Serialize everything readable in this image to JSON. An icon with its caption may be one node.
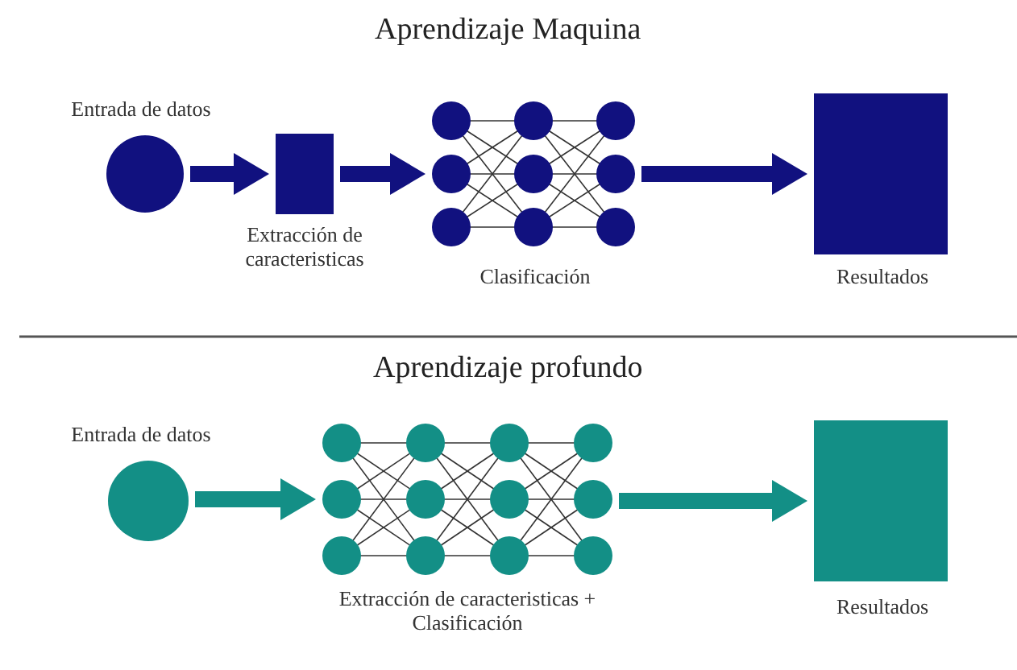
{
  "diagram": {
    "nodes": [
      {
        "text": [
          "Entrada de datos"
        ]
      },
      {
        "text": [
          "Extracción de caracteristicas"
        ]
      },
      {
        "text": [
          "Clasificación"
        ]
      },
      {
        "text": [
          "Resultados"
        ]
      },
      {
        "text": [
          "Entrada de datos"
        ]
      },
      {
        "text": [
          "Extracción de caracteristicas + Clasificación"
        ]
      },
      {
        "text": [
          "Resultados"
        ]
      }
    ],
    "edges": [
      {
        "from": 0,
        "to": 1,
        "arrow": "to"
      },
      {
        "from": 1,
        "to": 2,
        "arrow": "to"
      },
      {
        "from": 2,
        "to": 3,
        "arrow": "to"
      },
      {
        "from": 4,
        "to": 5,
        "arrow": "to",
        "color": "#138f86"
      },
      {
        "from": 5,
        "to": 6,
        "arrow": "to",
        "color": "#138f86"
      }
    ],
    "labels": [
      "Aprendizaje Maquina",
      "Aprendizaje profundo"
    ]
  }
}
